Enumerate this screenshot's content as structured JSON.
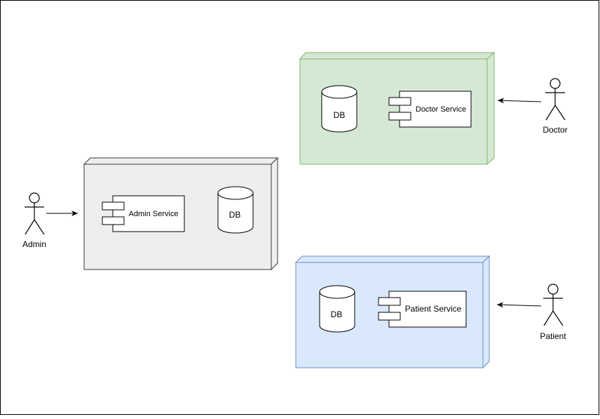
{
  "actors": {
    "admin": "Admin",
    "doctor": "Doctor",
    "patient": "Patient"
  },
  "nodes": {
    "admin": {
      "service": "Admin Service",
      "db": "DB",
      "fill": "#eeeeee",
      "stroke": "#36393d"
    },
    "doctor": {
      "service": "Doctor Service",
      "db": "DB",
      "fill": "#d5e8d4",
      "stroke": "#82b366"
    },
    "patient": {
      "service": "Patient Service",
      "db": "DB",
      "fill": "#dae8fc",
      "stroke": "#6c8ebf"
    }
  }
}
